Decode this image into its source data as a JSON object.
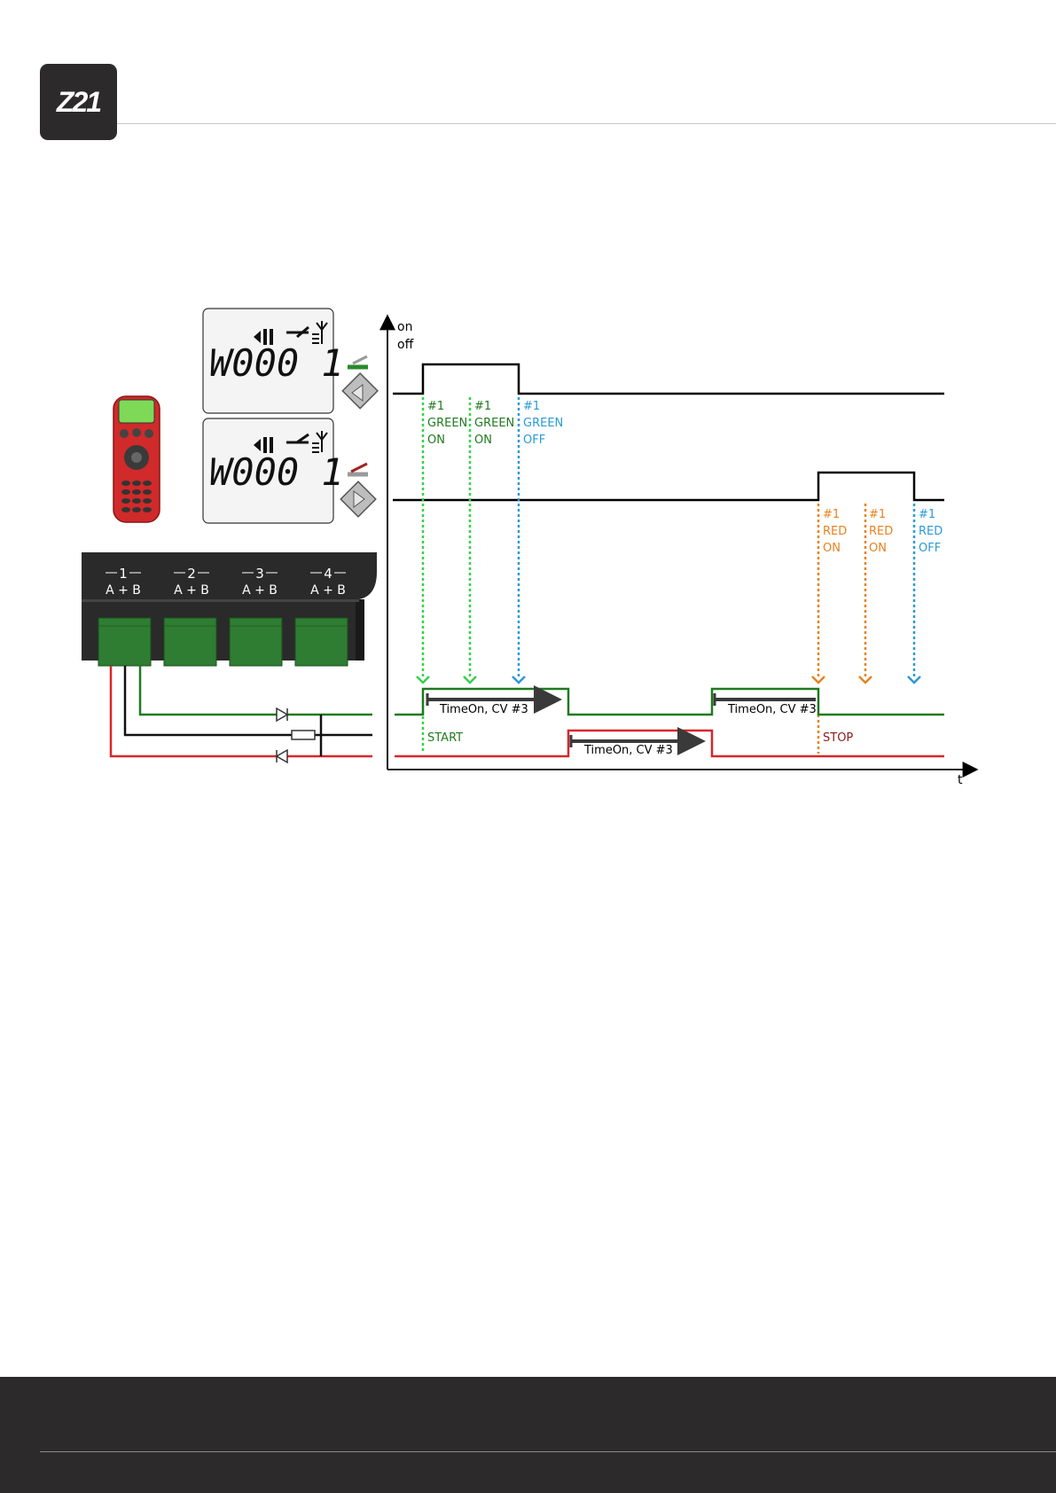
{
  "header": {
    "logo_text": "Z21"
  },
  "diagram": {
    "y_axis_label_top": "on",
    "y_axis_label_bottom": "off",
    "x_axis_label": "t",
    "lcd_display_text": "W000 1",
    "terminal_block": {
      "outputs": [
        {
          "number": "1",
          "label": "A + B"
        },
        {
          "number": "2",
          "label": "A + B"
        },
        {
          "number": "3",
          "label": "A + B"
        },
        {
          "number": "4",
          "label": "A + B"
        }
      ]
    },
    "green_events": [
      {
        "line1": "#1",
        "line2": "GREEN",
        "line3": "ON"
      },
      {
        "line1": "#1",
        "line2": "GREEN",
        "line3": "ON"
      },
      {
        "line1": "#1",
        "line2": "GREEN",
        "line3": "OFF"
      }
    ],
    "red_events": [
      {
        "line1": "#1",
        "line2": "RED",
        "line3": "ON"
      },
      {
        "line1": "#1",
        "line2": "RED",
        "line3": "ON"
      },
      {
        "line1": "#1",
        "line2": "RED",
        "line3": "OFF"
      }
    ],
    "timeon_labels": [
      "TimeOn, CV #3",
      "TimeOn, CV #3",
      "TimeOn, CV #3"
    ],
    "start_label": "START",
    "stop_label": "STOP",
    "colors": {
      "green_signal": "#1f7a1f",
      "red_signal": "#d8262b",
      "green_arrow": "#35d14a",
      "blue_arrow": "#2a9ad8",
      "orange_arrow": "#e8821e",
      "stop_text": "#8b1a1a"
    }
  }
}
